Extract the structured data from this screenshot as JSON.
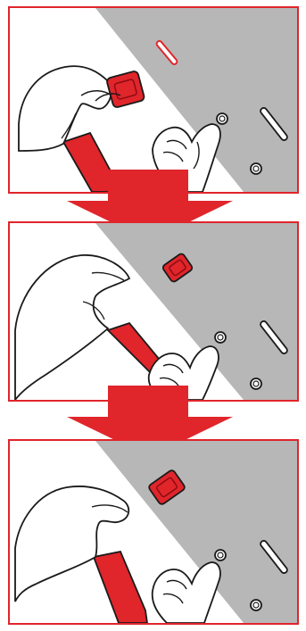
{
  "diagram": {
    "type": "instruction-sequence",
    "steps": [
      {
        "step": 1,
        "action": "hold-tab"
      },
      {
        "step": 2,
        "action": "press-tab-against-panel"
      },
      {
        "step": 3,
        "action": "tab-attached-to-panel"
      }
    ],
    "colors": {
      "accent_red": "#e0252b",
      "panel_gray": "#b7b7b7",
      "outline": "#1a1a1a",
      "skin": "#ffffff"
    },
    "icons": [
      "hand-icon",
      "strap-icon",
      "tab-icon",
      "screw-icon",
      "slot-icon",
      "down-arrow-icon"
    ]
  }
}
